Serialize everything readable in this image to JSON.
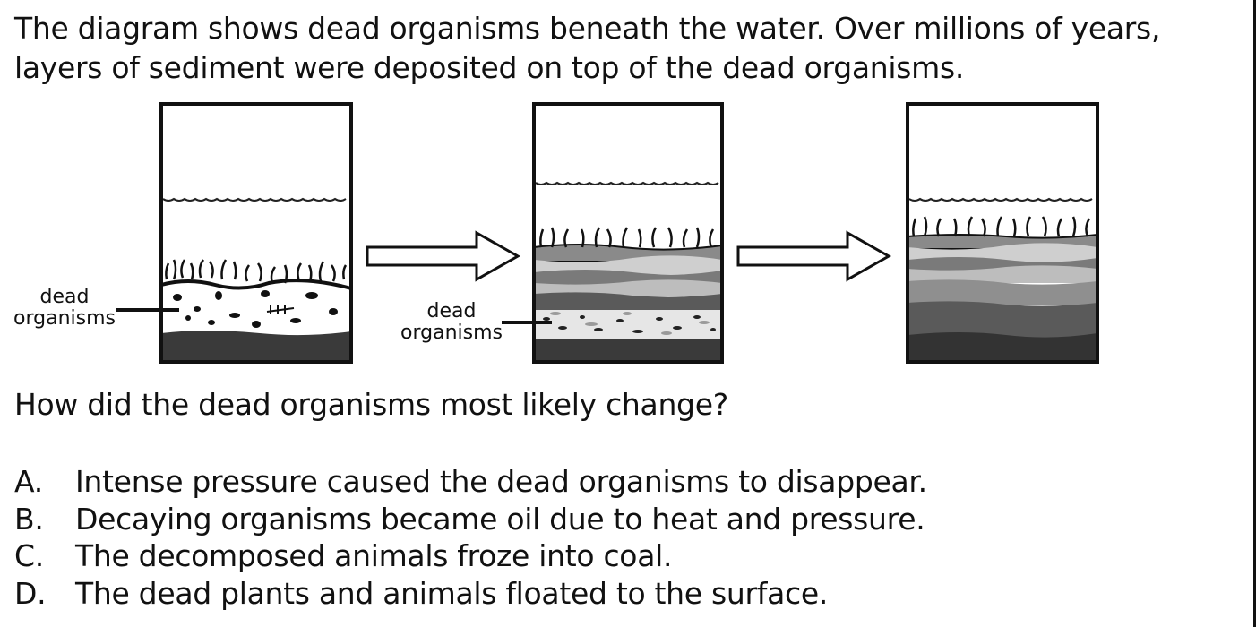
{
  "intro": {
    "line1": "The diagram shows dead organisms beneath the water.  Over millions of years,",
    "line2": "layers of sediment were deposited on top of the dead organisms."
  },
  "diagram": {
    "panel1_label_line1": "dead",
    "panel1_label_line2": "organisms",
    "panel2_label_line1": "dead",
    "panel2_label_line2": "organisms"
  },
  "question": "How did the dead organisms most likely change?",
  "choices": [
    {
      "letter": "A.",
      "text": "Intense pressure caused the dead organisms to disappear."
    },
    {
      "letter": "B.",
      "text": "Decaying organisms became oil due to heat and pressure."
    },
    {
      "letter": "C.",
      "text": "The decomposed animals froze into coal."
    },
    {
      "letter": "D.",
      "text": "The dead plants and animals floated to the surface."
    }
  ]
}
